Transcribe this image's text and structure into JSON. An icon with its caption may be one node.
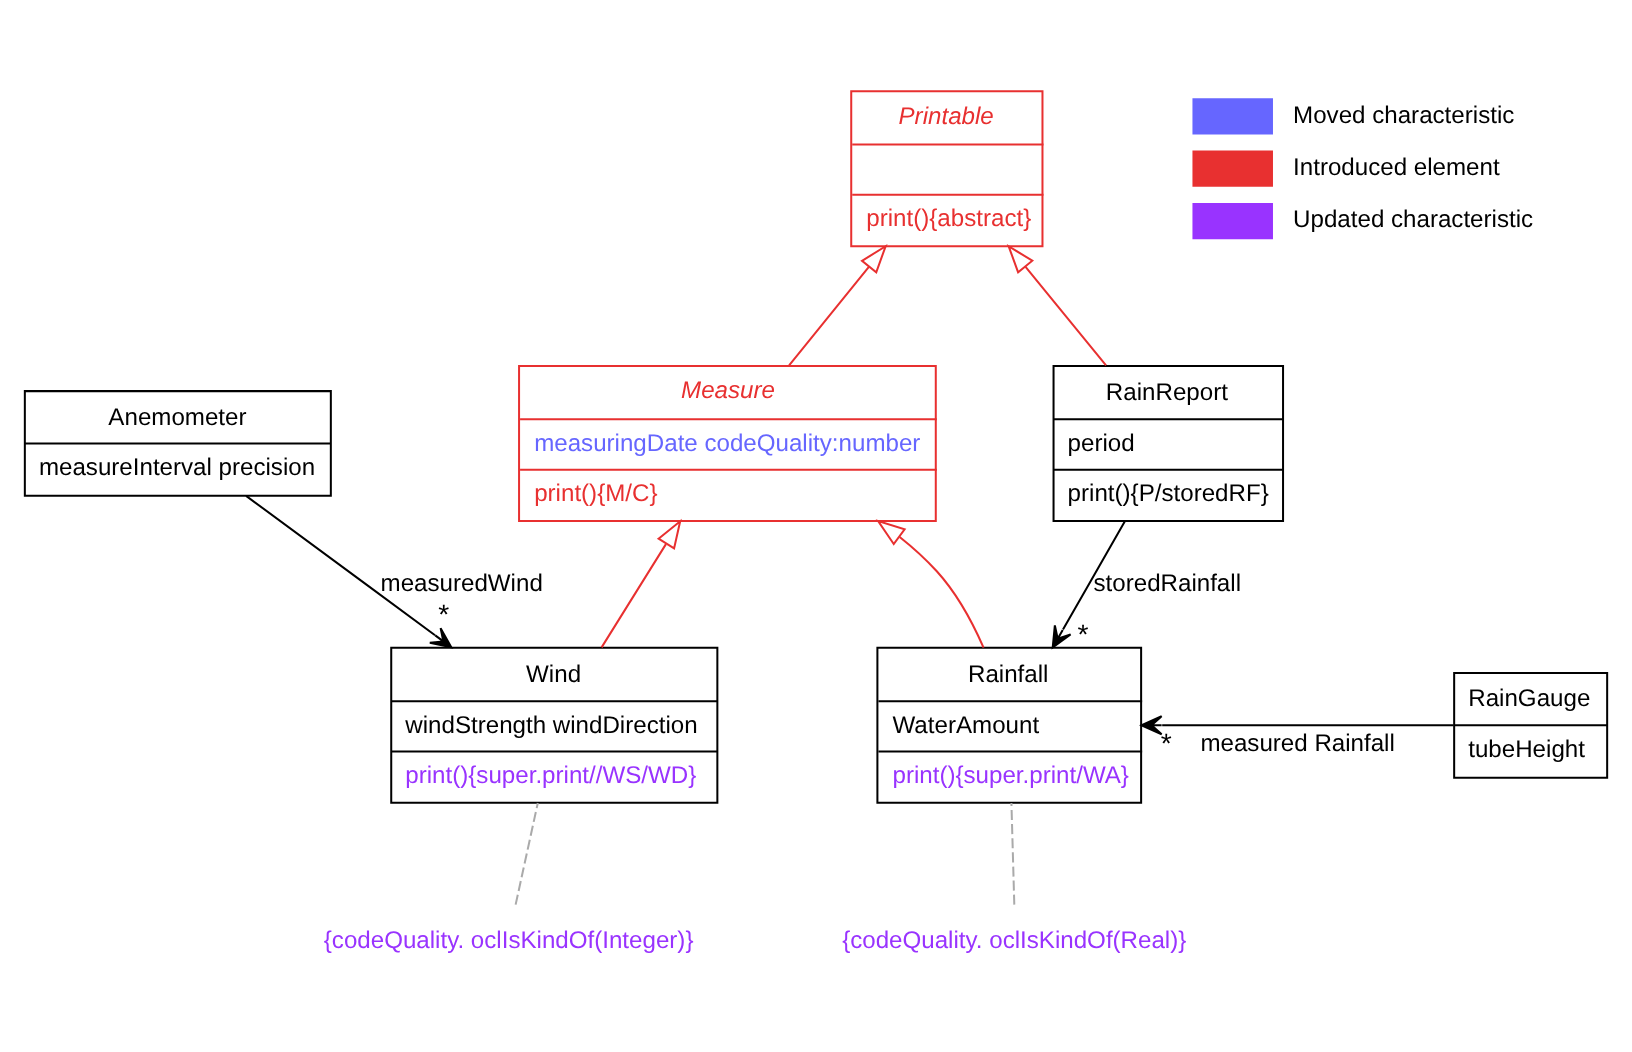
{
  "diagram": {
    "nodes": [
      {
        "text": [
          "Printable",
          "print(){abstract}"
        ]
      },
      {
        "text": [
          "Measure",
          "measuringDate codeQuality:number",
          "print(){M/C}"
        ]
      },
      {
        "text": [
          "RainReport",
          "period",
          "print(){P/storedRF}"
        ]
      },
      {
        "text": [
          "Anemometer",
          "measureInterval precision"
        ]
      },
      {
        "text": [
          "Wind",
          "windStrength windDirection",
          "print(){super.print//WS/WD}"
        ]
      },
      {
        "text": [
          "Rainfall",
          "WaterAmount",
          "print(){super.print/WA}"
        ]
      },
      {
        "text": [
          "RainGauge",
          "tubeHeight"
        ]
      },
      {
        "text": [
          "{codeQuality. oclIsKindOf(Integer)}"
        ]
      },
      {
        "text": [
          "{codeQuality. oclIsKindOf(Real)}"
        ]
      }
    ],
    "edges": [
      {
        "from": 1,
        "to": 0,
        "arrow": "to",
        "color": "#e83030"
      },
      {
        "from": 2,
        "to": 0,
        "arrow": "to",
        "color": "#e83030"
      },
      {
        "from": 4,
        "to": 1,
        "arrow": "to",
        "color": "#e83030"
      },
      {
        "from": 5,
        "to": 1,
        "arrow": "to",
        "color": "#e83030"
      },
      {
        "from": 3,
        "to": 4,
        "arrow": "to",
        "label": "measuredWind",
        "color": "#000000"
      },
      {
        "from": 2,
        "to": 5,
        "arrow": "to",
        "label": "storedRainfall",
        "color": "#000000"
      },
      {
        "from": 6,
        "to": 5,
        "arrow": "to",
        "label": "measured Rainfall",
        "color": "#000000"
      },
      {
        "from": 7,
        "to": 4,
        "arrow": "none",
        "style": "dashed",
        "color": "#aaaaaa"
      },
      {
        "from": 8,
        "to": 5,
        "arrow": "none",
        "style": "dashed",
        "color": "#aaaaaa"
      }
    ],
    "labels": [
      "*",
      "*",
      "*"
    ],
    "legend": [
      {
        "text": "Moved characteristic",
        "color": "#6666ff"
      },
      {
        "text": "Introduced element",
        "color": "#e83030"
      },
      {
        "text": "Updated characteristic",
        "color": "#9933ff"
      }
    ]
  }
}
